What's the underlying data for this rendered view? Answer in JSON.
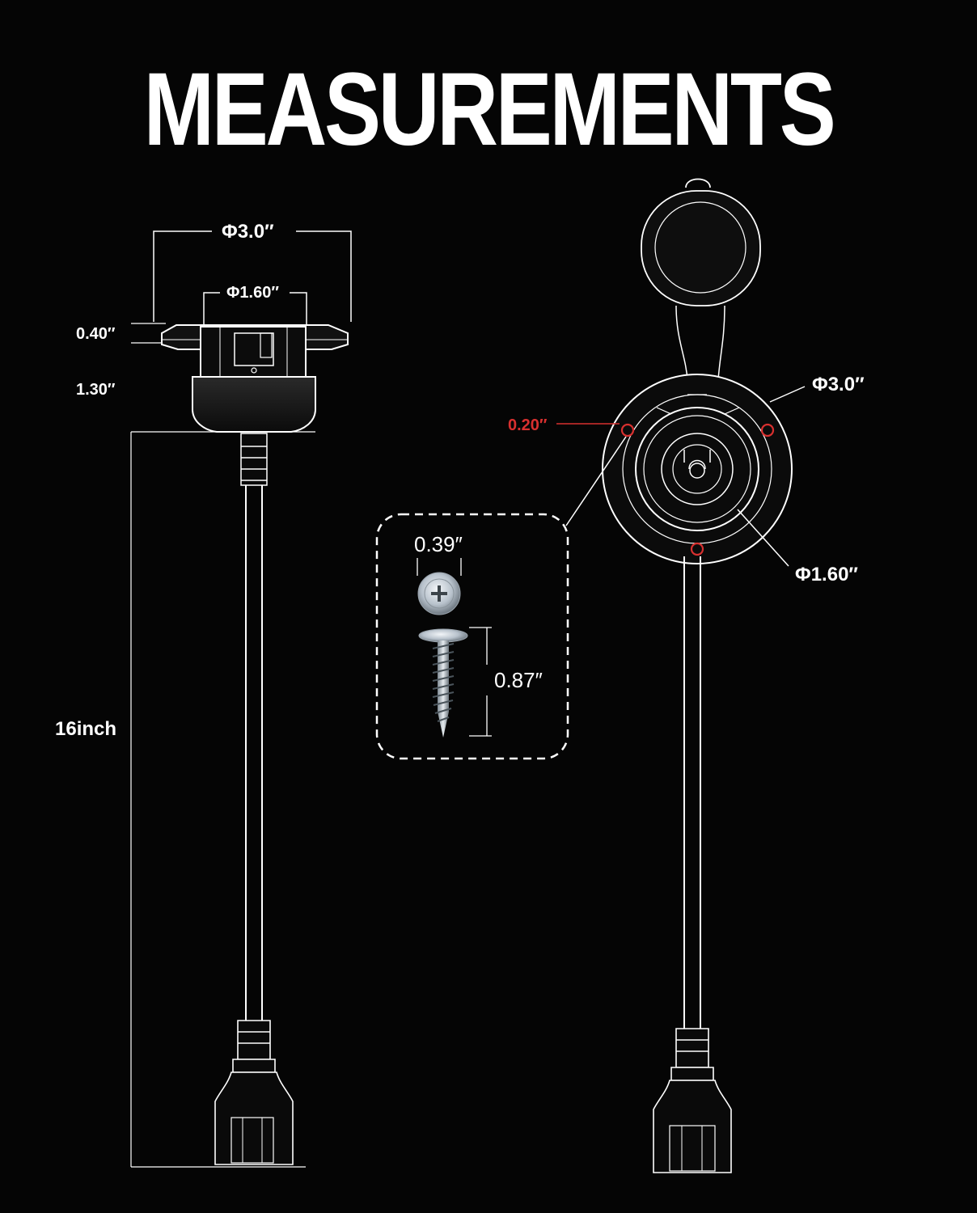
{
  "title": "MEASUREMENTS",
  "side_view": {
    "outer_diameter": "Φ3.0″",
    "inner_diameter": "Φ1.60″",
    "flange_height": "0.40″",
    "body_height": "1.30″",
    "cable_length": "16inch"
  },
  "front_view": {
    "outer_diameter": "Φ3.0″",
    "inner_diameter": "Φ1.60″",
    "hole_diameter": "0.20″"
  },
  "screw_inset": {
    "head_width": "0.39″",
    "screw_length": "0.87″"
  },
  "colors": {
    "background": "#050505",
    "lines": "#ffffff",
    "highlight": "#d8302f"
  }
}
